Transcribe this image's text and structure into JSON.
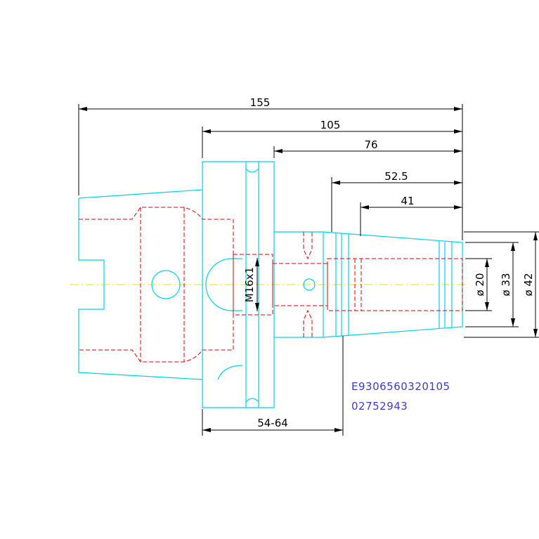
{
  "dimensions": {
    "overall_length": "155",
    "length_105": "105",
    "length_76": "76",
    "length_52_5": "52.5",
    "length_41": "41",
    "gauge_range": "54-64",
    "thread": "M16x1",
    "dia_20": "ø 20",
    "dia_33": "ø 33",
    "dia_42": "ø 42"
  },
  "part_codes": {
    "code_1": "E9306560320105",
    "code_2": "02752943"
  },
  "colors": {
    "outline": "#00d2e6",
    "hidden": "#e00000",
    "centerline": "#e6e600",
    "dimension": "#000000",
    "code_text": "#3c3cd0"
  }
}
